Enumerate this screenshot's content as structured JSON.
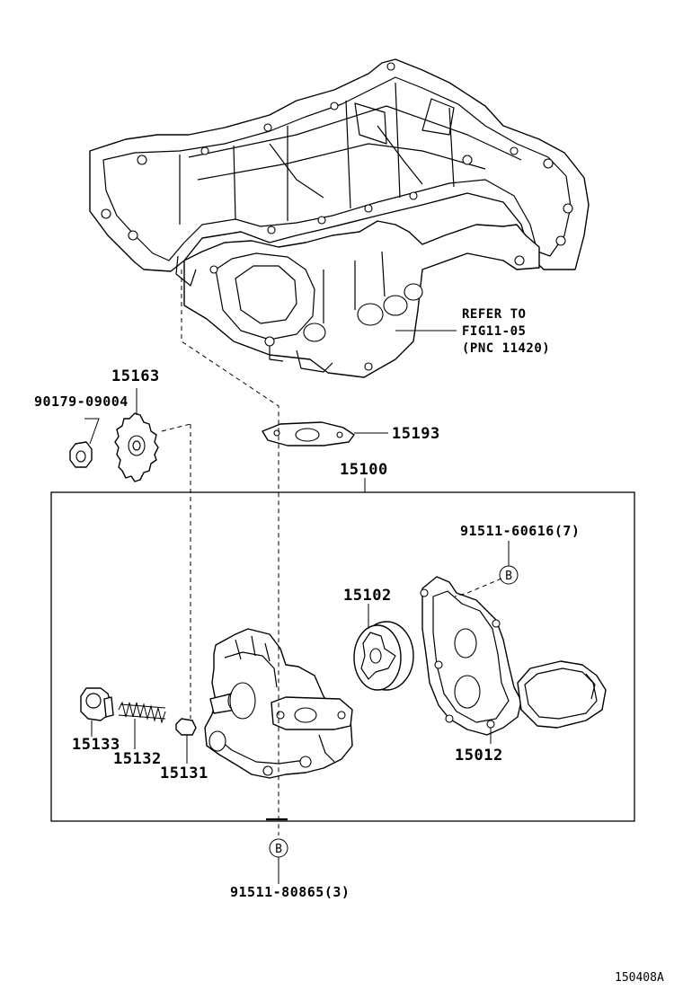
{
  "diagram": {
    "refer": {
      "line1": "REFER TO",
      "line2": "FIG11-05",
      "line3": "(PNC 11420)"
    },
    "parts": {
      "sprocket": "15163",
      "nut": "90179-09004",
      "gasket": "15193",
      "pump_assy": "15100",
      "bolt_upper": "91511-60616(7)",
      "rotor": "15102",
      "cover": "15012",
      "plug": "15133",
      "spring": "15132",
      "valve": "15131",
      "bolt_lower": "91511-80865(3)"
    },
    "markers": {
      "upper": "B",
      "lower": "B"
    },
    "drawing_code": "150408A"
  }
}
